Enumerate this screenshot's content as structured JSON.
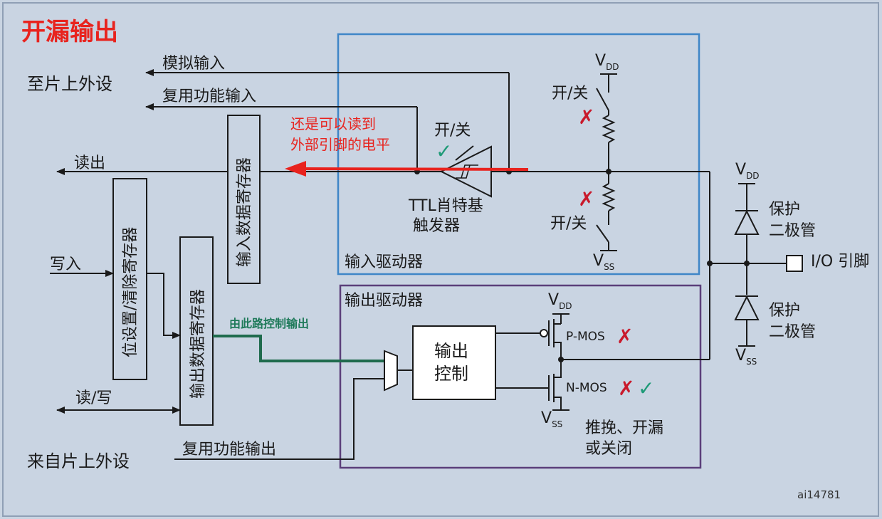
{
  "title": "开漏输出",
  "labels": {
    "to_peripheral": "至片上外设",
    "from_peripheral": "来自片上外设",
    "analog_input": "模拟输入",
    "alt_func_input": "复用功能输入",
    "read_out": "读出",
    "write_in": "写入",
    "read_write": "读/写",
    "alt_func_output": "复用功能输出",
    "input_data_reg": "输入数据寄存器",
    "bit_set_reset_reg": "位设置/清除寄存器",
    "output_data_reg": "输出数据寄存器",
    "input_driver": "输入驱动器",
    "output_driver": "输出驱动器",
    "output_control_line1": "输出",
    "output_control_line2": "控制",
    "ttl_schmitt_line1": "TTL肖特基",
    "ttl_schmitt_line2": "触发器",
    "switch_schmitt": "开/关",
    "switch_upper": "开/关",
    "switch_lower": "开/关",
    "vdd_top_v": "V",
    "vdd_top_sub": "DD",
    "vss_input_v": "V",
    "vss_input_sub": "SS",
    "vdd_out_v": "V",
    "vdd_out_sub": "DD",
    "vss_out_v": "V",
    "vss_out_sub": "SS",
    "vdd_right_v": "V",
    "vdd_right_sub": "DD",
    "vss_right_v": "V",
    "vss_right_sub": "SS",
    "pmos": "P-MOS",
    "nmos": "N-MOS",
    "mode_line1": "推挽、开漏",
    "mode_line2": "或关闭",
    "protect_diode_1a": "保护",
    "protect_diode_1b": "二极管",
    "protect_diode_2a": "保护",
    "protect_diode_2b": "二极管",
    "io_pin": "I/O 引脚",
    "figure_code": "ai14781"
  },
  "annotations": {
    "read_note_line1": "还是可以读到",
    "read_note_line2": "外部引脚的电平",
    "control_note": "由此路控制输出",
    "cross_mark": "✗",
    "check_mark": "✓"
  },
  "colors": {
    "background": "#c9d4e2",
    "title_red": "#e8231e",
    "arrow_red": "#e8231e",
    "path_green": "#1f6b4d",
    "input_box": "#3f86c7",
    "output_box": "#5b3f7a"
  }
}
